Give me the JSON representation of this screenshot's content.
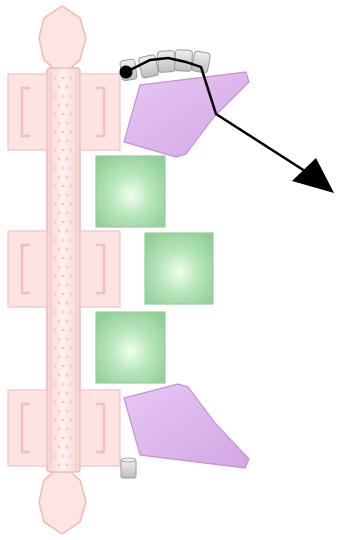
{
  "scene": {
    "background": "#ffffff",
    "text": []
  },
  "palette": {
    "rail_fill": "#fdeae7",
    "rail_stroke": "#efb9b5",
    "rail_inner": "#f8d7d4",
    "rail_dot": "#f3c7c4",
    "block_fill": "#fbe4e1",
    "block_stroke": "#f1c4c0",
    "block_bracket": "#f1c0bc",
    "green_light": "#d6f3d8",
    "green_dark": "#8fcf96",
    "green_stroke": "#9acb9f",
    "purple_fill": "#dcb3ec",
    "purple_stroke": "#c58fdb",
    "gray_fill": "#d7d7d7",
    "gray_stroke": "#9a9a9a",
    "line_color": "#000000"
  },
  "pieces": {
    "rail": {
      "kind": "vertical-rail",
      "count": 1
    },
    "rail_blocks": {
      "kind": "bracket-block",
      "count": 6
    },
    "green_squares": {
      "kind": "square-tile",
      "count": 3
    },
    "purple_shapes": {
      "kind": "pentagon-tile",
      "count": 2
    },
    "chain_links": {
      "kind": "gray-link",
      "count": 5
    },
    "small_cylinder": {
      "kind": "gray-cylinder",
      "count": 1
    },
    "pointer": {
      "kind": "polyline-with-arrowhead",
      "start": "black-dot",
      "end": "arrowhead"
    }
  }
}
